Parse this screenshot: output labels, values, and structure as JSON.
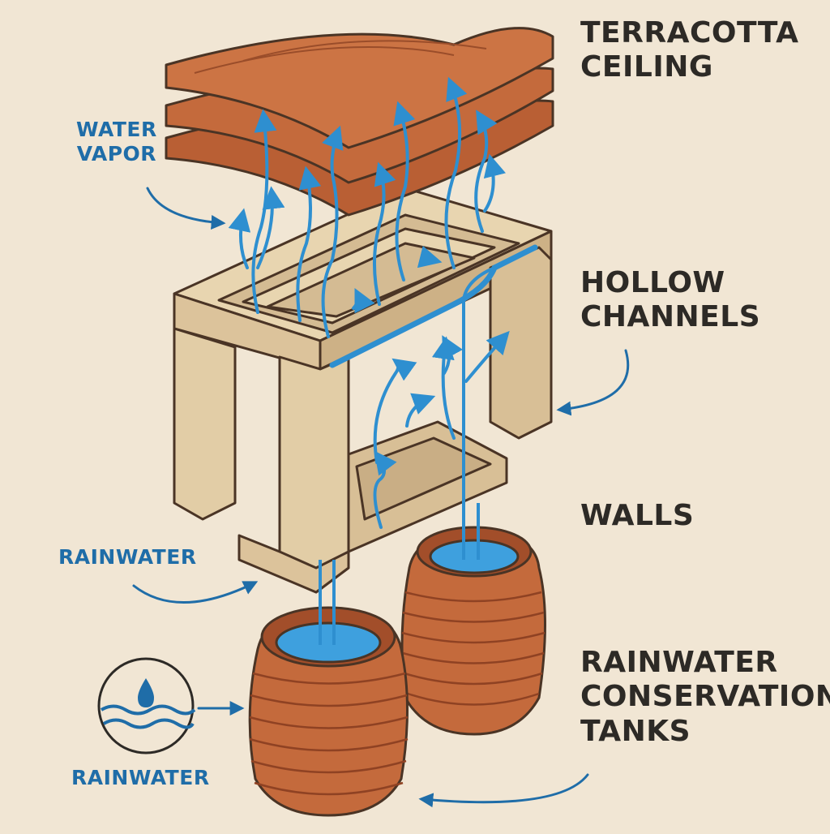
{
  "labels": {
    "terracotta_ceiling": [
      "TERRACOTTA",
      "CEILING"
    ],
    "hollow_channels": [
      "HOLLOW",
      "CHANNELS"
    ],
    "walls": "WALLS",
    "rainwater_conservation_tanks": [
      "RAINWATER",
      "CONSERVATION",
      "TANKS"
    ],
    "water_vapor": [
      "WATER",
      "VAPOR"
    ],
    "rainwater_upper": "RAINWATER",
    "rainwater_lower": "RAINWATER"
  },
  "colors": {
    "background": "#f1e6d4",
    "terracotta": "#c46a3c",
    "terracotta_dark": "#8f4223",
    "wall": "#e2cda6",
    "wall_shadow": "#c9ae85",
    "water": "#2e8fd0",
    "label_dark": "#2d2a26",
    "label_blue": "#1f6da8",
    "outline": "#4a3425"
  },
  "icons": [
    "rain-drop-icon",
    "water-waves-icon",
    "vapor-arrow-icon",
    "pointer-arrow-icon"
  ]
}
